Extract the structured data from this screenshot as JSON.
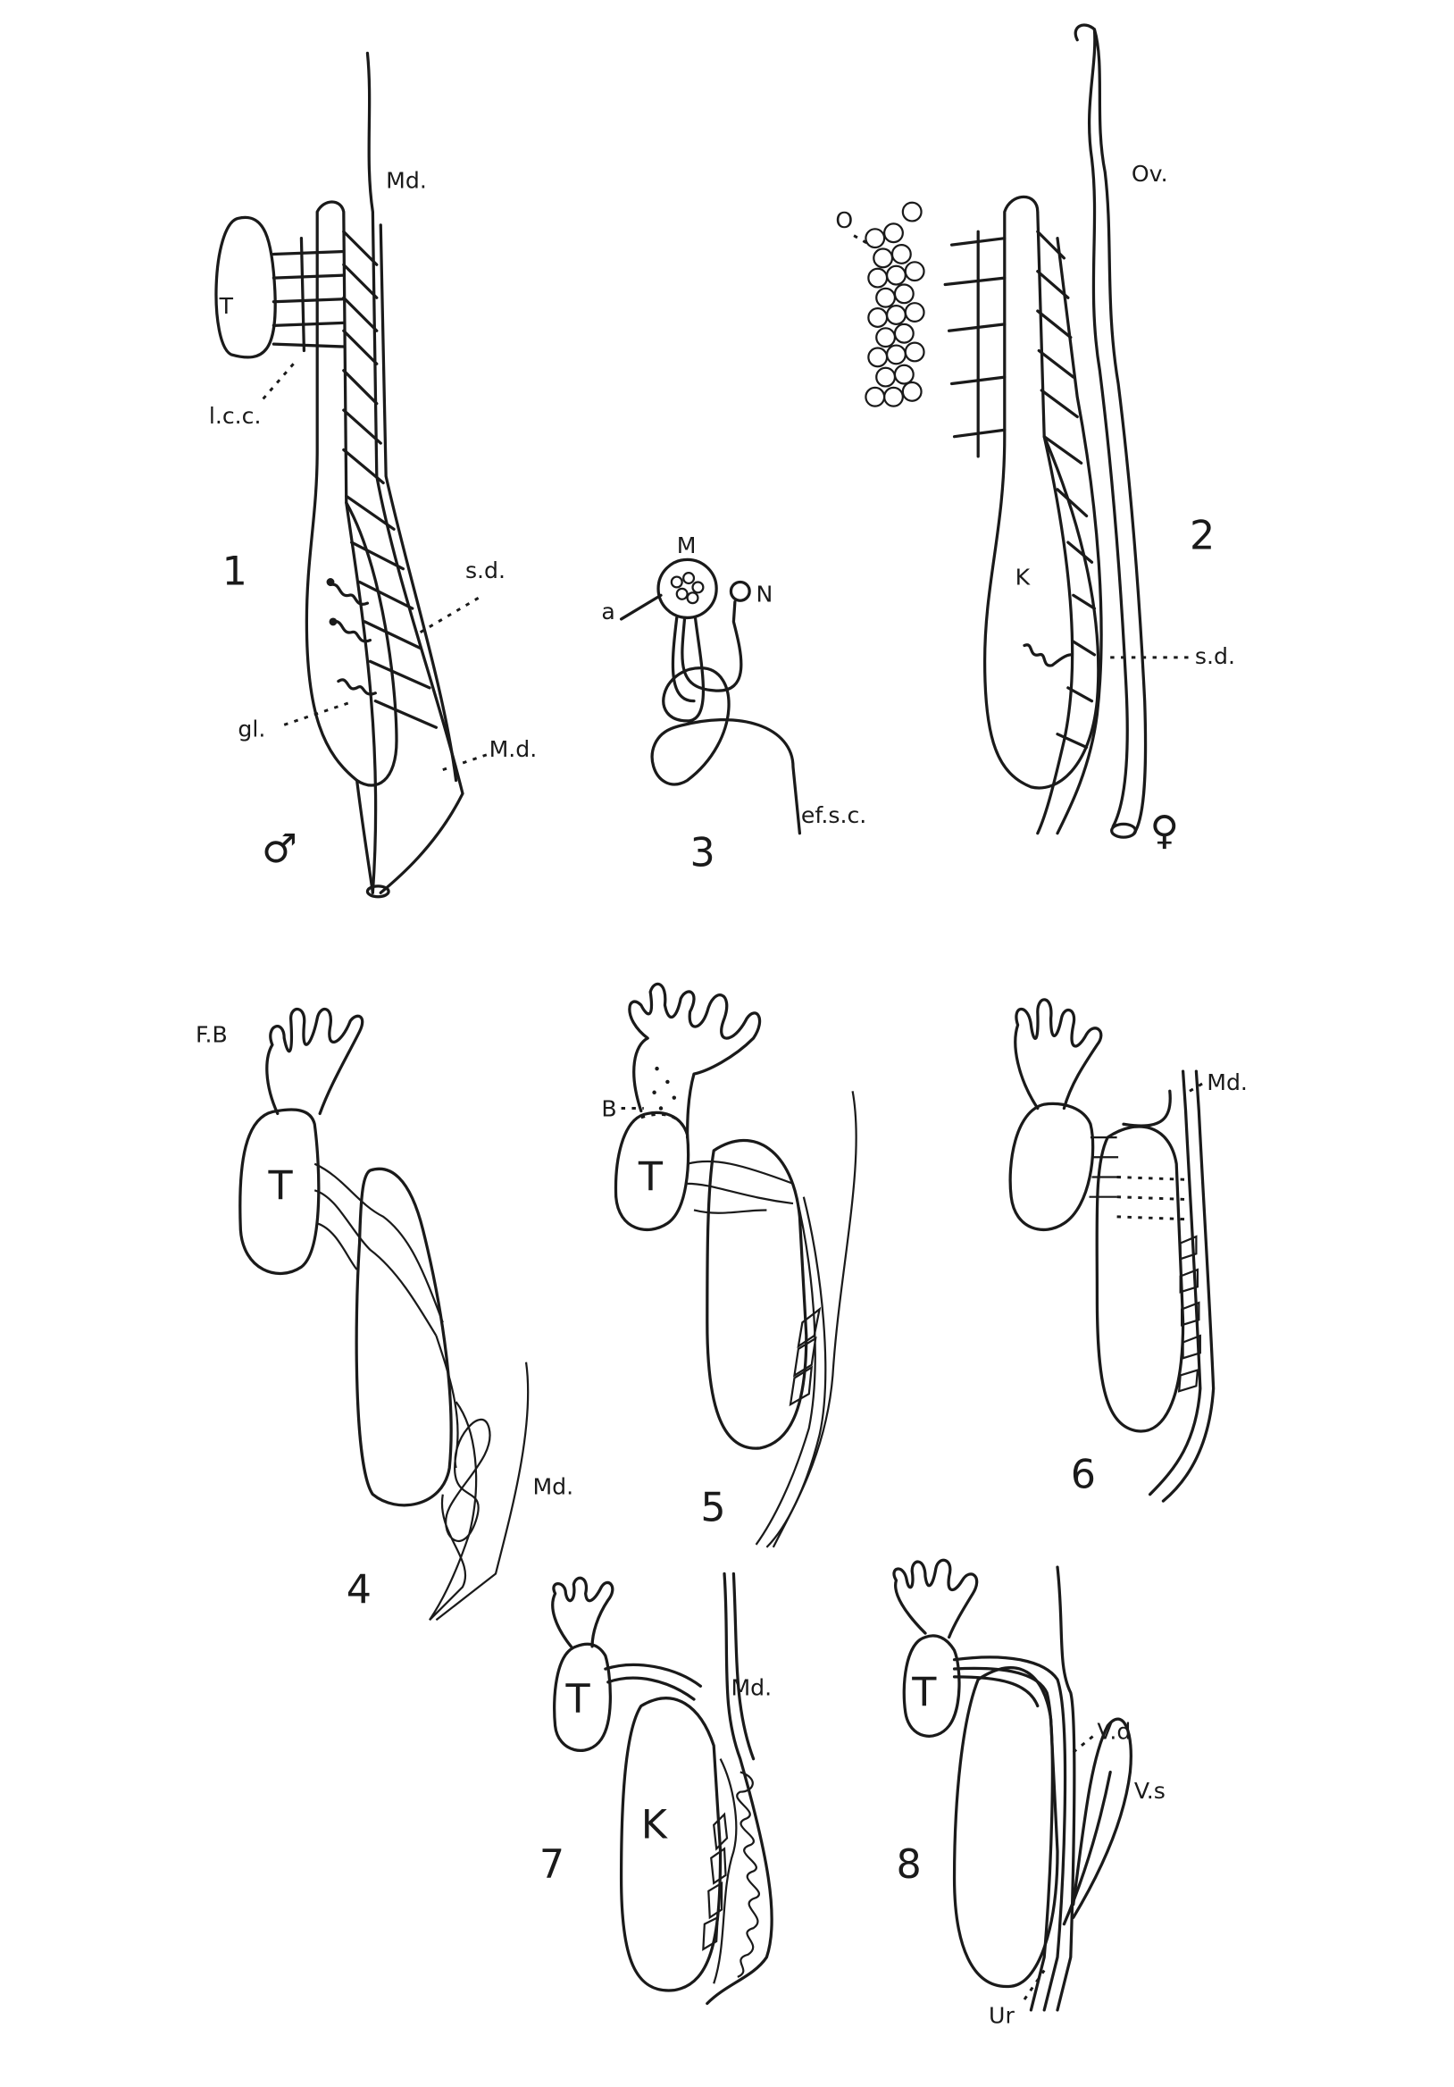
{
  "figures": {
    "fig1": {
      "number": "1",
      "sex": "♂",
      "labels": {
        "md_top": "Md.",
        "testis": "T",
        "lcc": "l.c.c.",
        "sd": "s.d.",
        "gl": "gl.",
        "md_bottom": "M.d."
      }
    },
    "fig2": {
      "number": "2",
      "sex": "♀",
      "labels": {
        "ovary_o": "O",
        "oviduct": "Ov.",
        "kidney": "K",
        "sd": "s.d."
      }
    },
    "fig3": {
      "number": "3",
      "labels": {
        "m": "M",
        "a": "a",
        "n": "N",
        "efsc": "ef.s.c."
      }
    },
    "fig4": {
      "number": "4",
      "labels": {
        "fb": "F.B",
        "testis": "T",
        "md": "Md."
      }
    },
    "fig5": {
      "number": "5",
      "labels": {
        "b": "B",
        "testis": "T"
      }
    },
    "fig6": {
      "number": "6",
      "labels": {
        "md": "Md."
      }
    },
    "fig7": {
      "number": "7",
      "labels": {
        "testis": "T",
        "md": "Md.",
        "kidney": "K"
      }
    },
    "fig8": {
      "number": "8",
      "labels": {
        "testis": "T",
        "vd": "V.d",
        "vs": "V.s",
        "ur": "Ur"
      }
    }
  }
}
